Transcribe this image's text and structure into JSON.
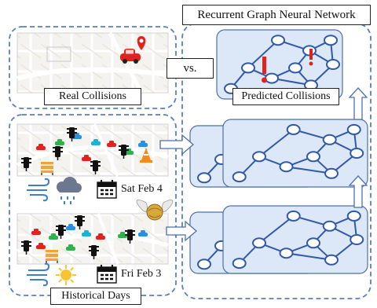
{
  "title": "Recurrent Graph Neural Network",
  "labels": {
    "real_collisions": "Real Collisions",
    "predicted_collisions": "Predicted Collisions",
    "vs": "vs.",
    "historical_days": "Historical Days"
  },
  "days": [
    {
      "date": "Sat Feb 4",
      "weather": "rain-cloud-icon"
    },
    {
      "date": "Fri Feb 3",
      "weather": "sun-icon"
    }
  ],
  "colors": {
    "dash_border": "#5a7fc0",
    "graph_fill": "#dce8f8",
    "graph_border": "#4d6fae",
    "edge": "#3159a8",
    "node_fill": "#ffffff",
    "alert": "#e0231e",
    "arrow_fill": "#ffffff"
  }
}
